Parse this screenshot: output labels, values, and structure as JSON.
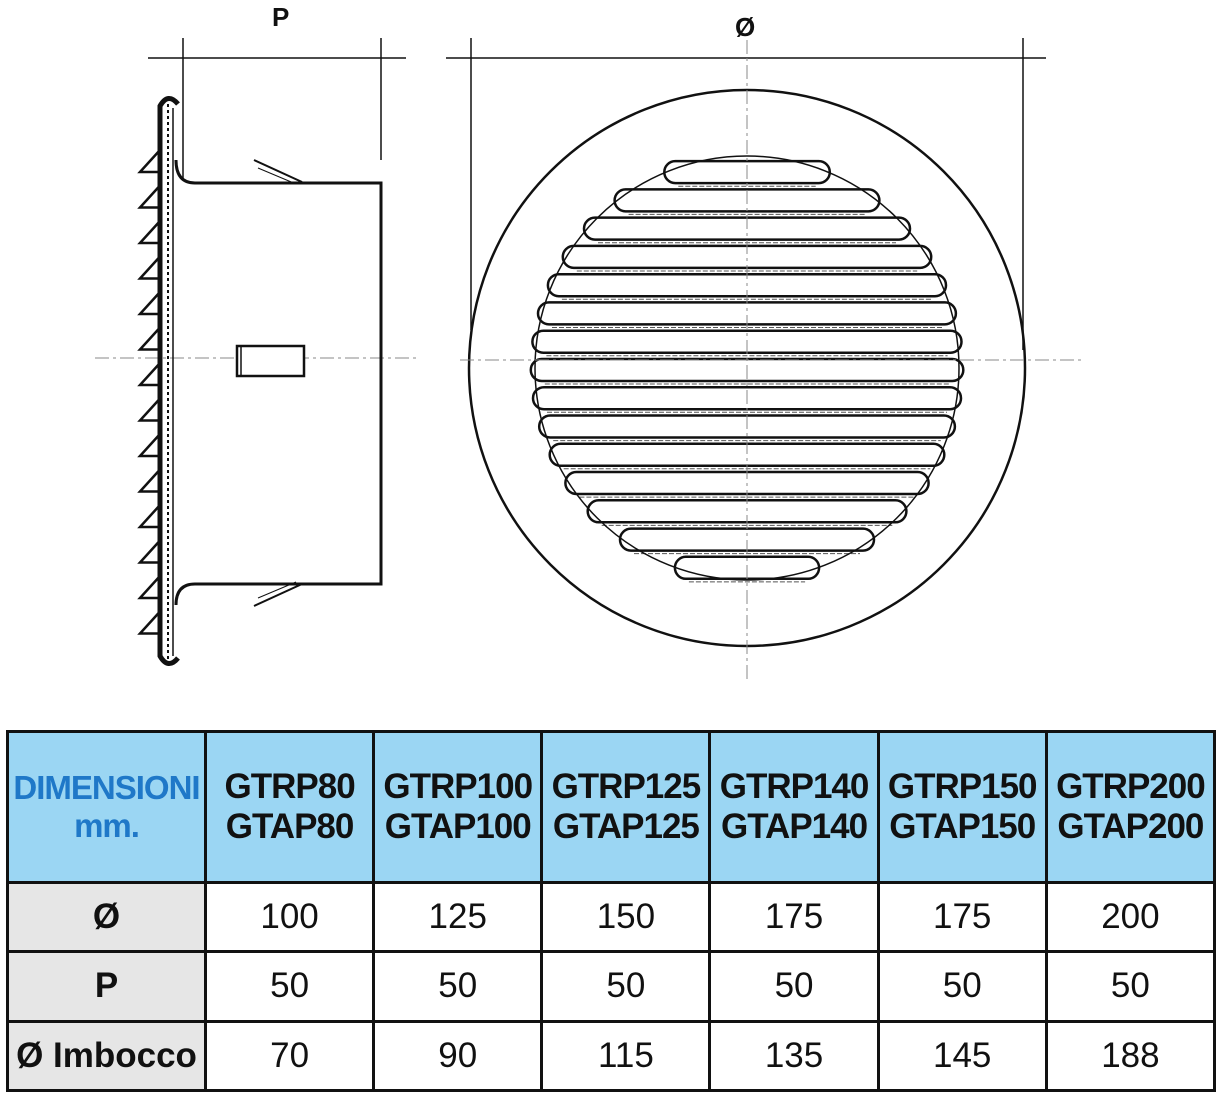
{
  "drawing": {
    "dim_p_label": "P",
    "dim_diameter_label": "Ø",
    "louver_count": 15
  },
  "table": {
    "corner_label_line1": "DIMENSIONI",
    "corner_label_line2": "mm.",
    "columns": [
      {
        "line1": "GTRP80",
        "line2": "GTAP80"
      },
      {
        "line1": "GTRP100",
        "line2": "GTAP100"
      },
      {
        "line1": "GTRP125",
        "line2": "GTAP125"
      },
      {
        "line1": "GTRP140",
        "line2": "GTAP140"
      },
      {
        "line1": "GTRP150",
        "line2": "GTAP150"
      },
      {
        "line1": "GTRP200",
        "line2": "GTAP200"
      }
    ],
    "rows": [
      {
        "label": "Ø",
        "values": [
          "100",
          "125",
          "150",
          "175",
          "175",
          "200"
        ]
      },
      {
        "label": "P",
        "values": [
          "50",
          "50",
          "50",
          "50",
          "50",
          "50"
        ]
      },
      {
        "label": "Ø Imbocco",
        "values": [
          "70",
          "90",
          "115",
          "135",
          "145",
          "188"
        ]
      }
    ]
  },
  "colors": {
    "header_bg": "#9bd6f3",
    "corner_text": "#1f78c8",
    "rowhead_bg": "#e6e6e6",
    "line": "#111111"
  }
}
